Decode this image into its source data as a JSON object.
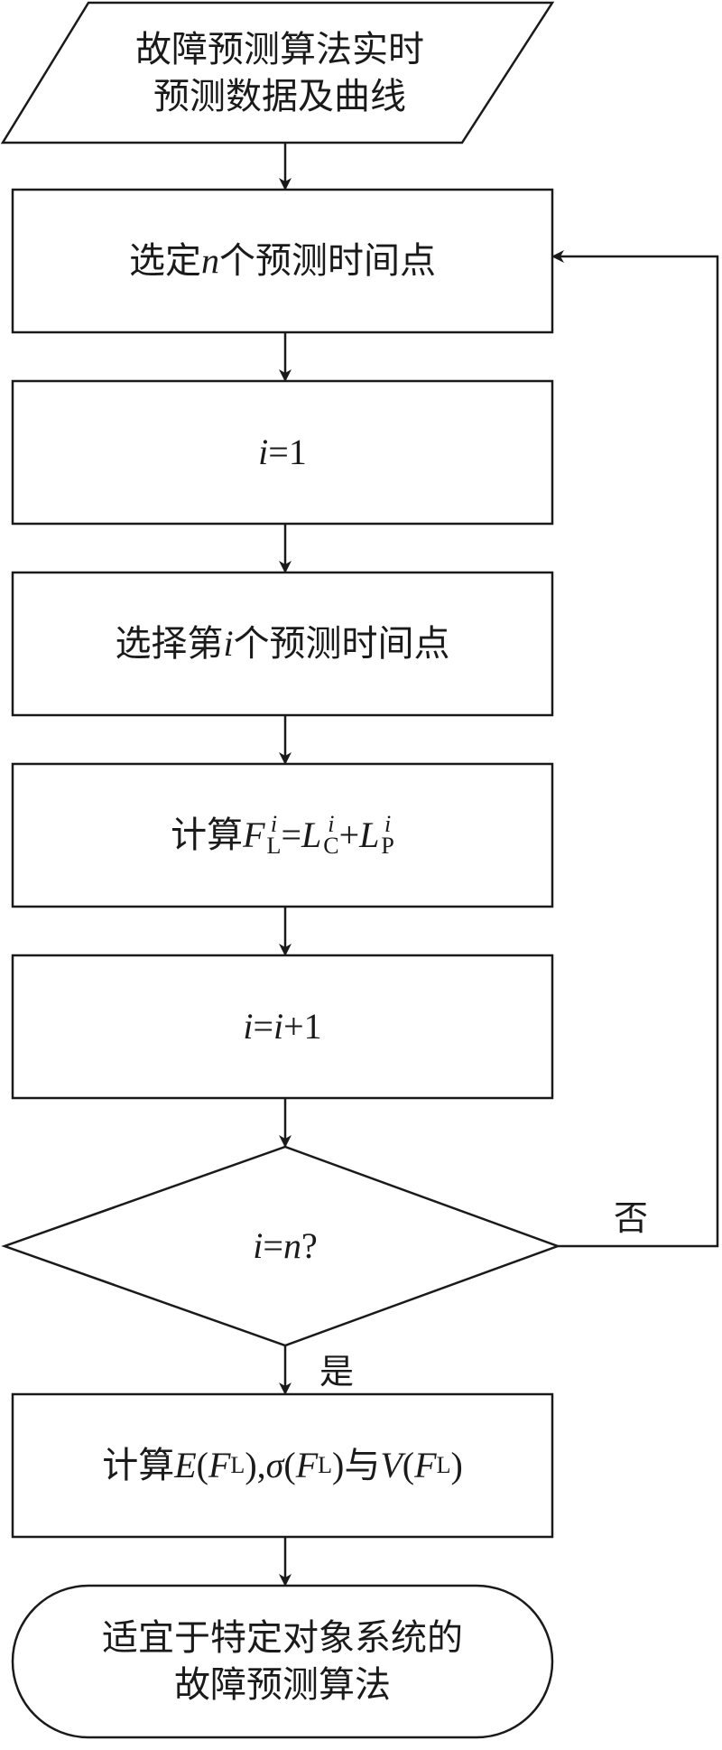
{
  "start": {
    "line1": "故障预测算法实时",
    "line2": "预测数据及曲线"
  },
  "step_select_n": {
    "pre": "选定",
    "var": "n",
    "post": "个预测时间点"
  },
  "step_init": {
    "var": "i",
    "rest": "=1"
  },
  "step_select_i": {
    "pre": "选择第",
    "var": "i",
    "post": "个预测时间点"
  },
  "step_calc_f": {
    "pre": "计算",
    "F": "F",
    "F_sup": "i",
    "F_sub": "L",
    "eq": "=",
    "L1": "L",
    "L1_sup": "i",
    "L1_sub": "C",
    "plus": "+",
    "L2": "L",
    "L2_sup": "i",
    "L2_sub": "P"
  },
  "step_increment": {
    "var1": "i",
    "eq": "=",
    "var2": "i",
    "rest": "+1"
  },
  "decision": {
    "var1": "i",
    "eq": "=",
    "var2": "n",
    "q": "?",
    "no_label": "否",
    "yes_label": "是"
  },
  "step_calc_stats": {
    "pre": "计算",
    "E": "E",
    "sigma": "σ",
    "V": "V",
    "F": "F",
    "sub": "L",
    "lparen": "(",
    "rparen_comma": "), ",
    "rparen": ")",
    "conj": "与"
  },
  "end": {
    "line1": "适宜于特定对象系统的",
    "line2": "故障预测算法"
  }
}
